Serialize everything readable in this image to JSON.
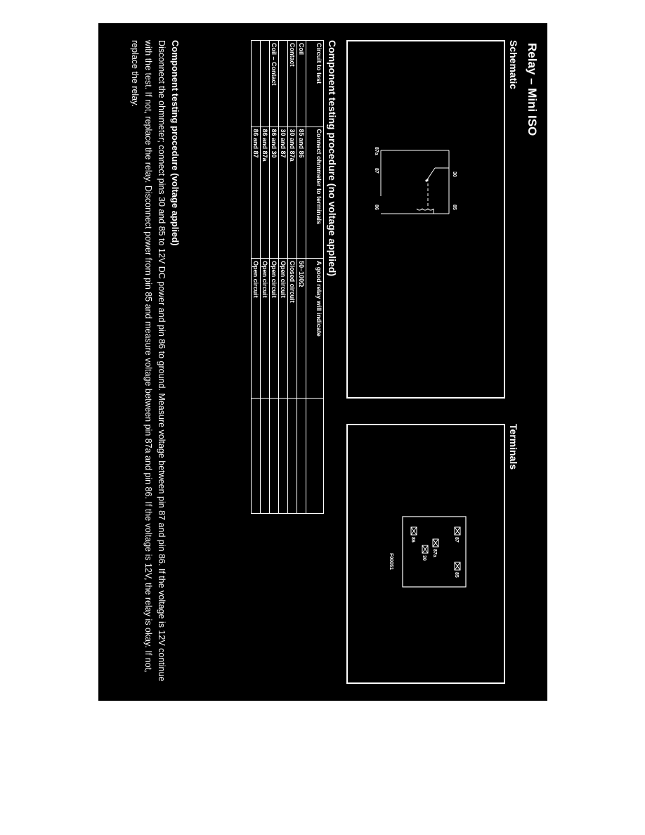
{
  "title": "Relay – Mini ISO",
  "schematic": {
    "heading": "Schematic",
    "pins": {
      "p30": "30",
      "p85": "85",
      "p87a": "87a",
      "p87": "87",
      "p86": "86"
    }
  },
  "terminals": {
    "heading": "Terminals",
    "pins": {
      "p87": "87",
      "p86": "86",
      "p87a": "87a",
      "p30": "30",
      "p85": "85"
    },
    "figure_code": "F00051"
  },
  "component_testing": {
    "heading": "Component testing procedure (no voltage applied)",
    "columns": [
      "Circuit to test",
      "Connect ohmmeter to terminals",
      "A good relay will indicate"
    ],
    "rows": [
      {
        "circuit": "Coil",
        "terminals": "85 and 86",
        "indicate": "50–100Ω"
      },
      {
        "circuit": "Contact",
        "terminals": "30 and 87a",
        "indicate": "Closed circuit"
      },
      {
        "circuit": "",
        "terminals": "30 and 87",
        "indicate": "Open circuit"
      },
      {
        "circuit": "Coil – Contact",
        "terminals": "86 and 30",
        "indicate": "Open circuit"
      },
      {
        "circuit": "",
        "terminals": "86 and 87a",
        "indicate": "Open circuit"
      },
      {
        "circuit": "",
        "terminals": "86 and 87",
        "indicate": "Open circuit"
      }
    ]
  },
  "voltage_test": {
    "heading": "Component testing procedure (voltage applied)",
    "body": "Disconnect the ohmmeter; connect pins 30 and 85 to 12V DC power and pin 86 to ground. Measure voltage between pin 87 and pin 86. If the voltage is 12V continue with the test. If not, replace the relay. Disconnect power from pin 85 and measure voltage between pin 87a and pin 86. If the voltage is 12V, the relay is okay. If not, replace the relay."
  }
}
